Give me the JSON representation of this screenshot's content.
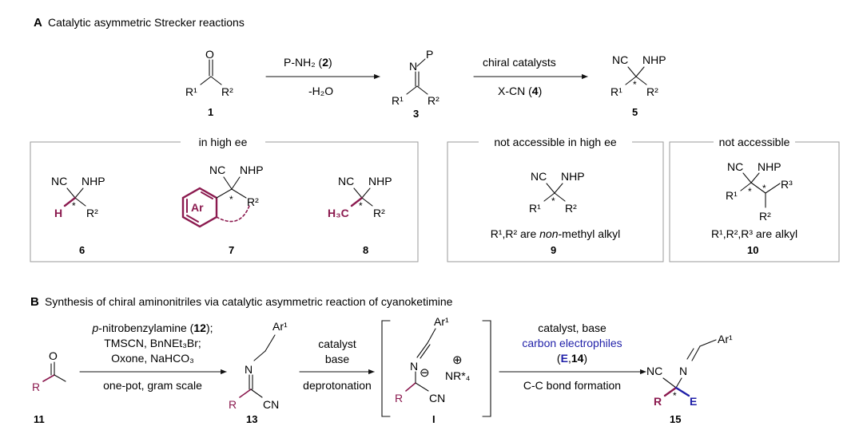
{
  "colors": {
    "accent": "#8b1a4f",
    "electrophile": "#1f1fa8",
    "ink": "#111111",
    "box": "#9a9a9a"
  },
  "panel_a": {
    "letter": "A",
    "title": "Catalytic asymmetric Strecker reactions",
    "reagent1_top": "P-NH₂ (",
    "reagent1_top_num": "2",
    "reagent1_top_end": ")",
    "reagent1_bottom": "-H₂O",
    "reagent2_top": "chiral catalysts",
    "reagent2_bottom": "X-CN (",
    "reagent2_bottom_num": "4",
    "reagent2_bottom_end": ")",
    "compounds": [
      "1",
      "3",
      "5",
      "6",
      "7",
      "8",
      "9",
      "10"
    ],
    "box1_title": "in high ee",
    "box2_title": "not accessible in high ee",
    "box3_title": "not accessible",
    "box2_note_pre": "R¹,R² are ",
    "box2_note_em": "non",
    "box2_note_post": "-methyl alkyl",
    "box3_note": "R¹,R²,R³ are alkyl",
    "labels": {
      "nc": "NC",
      "nhp": "NHP",
      "o": "O",
      "n": "N",
      "p": "P",
      "h": "H",
      "ar": "Ar",
      "h3c": "H₃C",
      "star": "*",
      "r1": "R¹",
      "r2": "R²",
      "r3": "R³"
    }
  },
  "panel_b": {
    "letter": "B",
    "title": "Synthesis of chiral aminonitriles via catalytic asymmetric reaction of cyanoketimine",
    "step1_line1_em": "p",
    "step1_line1": "-nitrobenzylamine (",
    "step1_line1_num": "12",
    "step1_line1_end": ");",
    "step1_line2": "TMSCN, BnNEt₃Br;",
    "step1_line3": "Oxone, NaHCO₃",
    "step1_bottom": "one-pot, gram scale",
    "step2_top1": "catalyst",
    "step2_top2": "base",
    "step2_bottom": "deprotonation",
    "step3_top1": "catalyst,  base",
    "step3_top2": "carbon electrophiles",
    "step3_top3_pre": "(",
    "step3_top3_e": "E",
    "step3_top3_mid": ",",
    "step3_top3_num": "14",
    "step3_top3_end": ")",
    "step3_bottom": "C-C bond formation",
    "compounds": [
      "11",
      "13",
      "I",
      "15"
    ],
    "labels": {
      "r": "R",
      "o": "O",
      "n": "N",
      "ar1": "Ar¹",
      "cn": "CN",
      "nc": "NC",
      "e": "E",
      "star": "*",
      "minus": "⊖",
      "plus": "⊕",
      "nr4": "NR*₄"
    }
  }
}
